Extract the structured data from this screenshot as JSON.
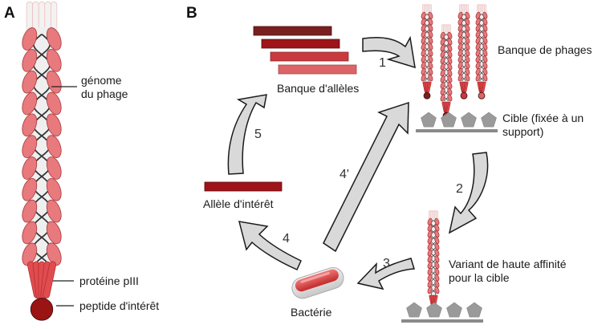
{
  "panels": {
    "a": {
      "label": "A",
      "labels": {
        "genome": [
          "génome",
          "du phage"
        ],
        "piii": "protéine pIII",
        "peptide": "peptide d'intérêt"
      }
    },
    "b": {
      "label": "B",
      "labels": {
        "allele_bank": "Banque d'allèles",
        "phage_bank": "Banque de phages",
        "target": [
          "Cible (fixée à un",
          "support)"
        ],
        "variant": [
          "Variant de haute affinité",
          "pour la cible"
        ],
        "bacterium": "Bactérie",
        "allele_of_interest": "Allèle d'intérêt"
      },
      "steps": [
        "1",
        "2",
        "3",
        "4",
        "4'",
        "5"
      ]
    }
  },
  "colors": {
    "coat": "#e8797c",
    "coat_stroke": "#a83a3e",
    "piii": "#e04c4f",
    "peptide": "#9b1414",
    "arrow_fill": "#d9d9d9",
    "target": "#9a9a9a",
    "allele_bars": [
      "#7a1f1f",
      "#9e1419",
      "#c93a3e",
      "#dc6467"
    ]
  }
}
